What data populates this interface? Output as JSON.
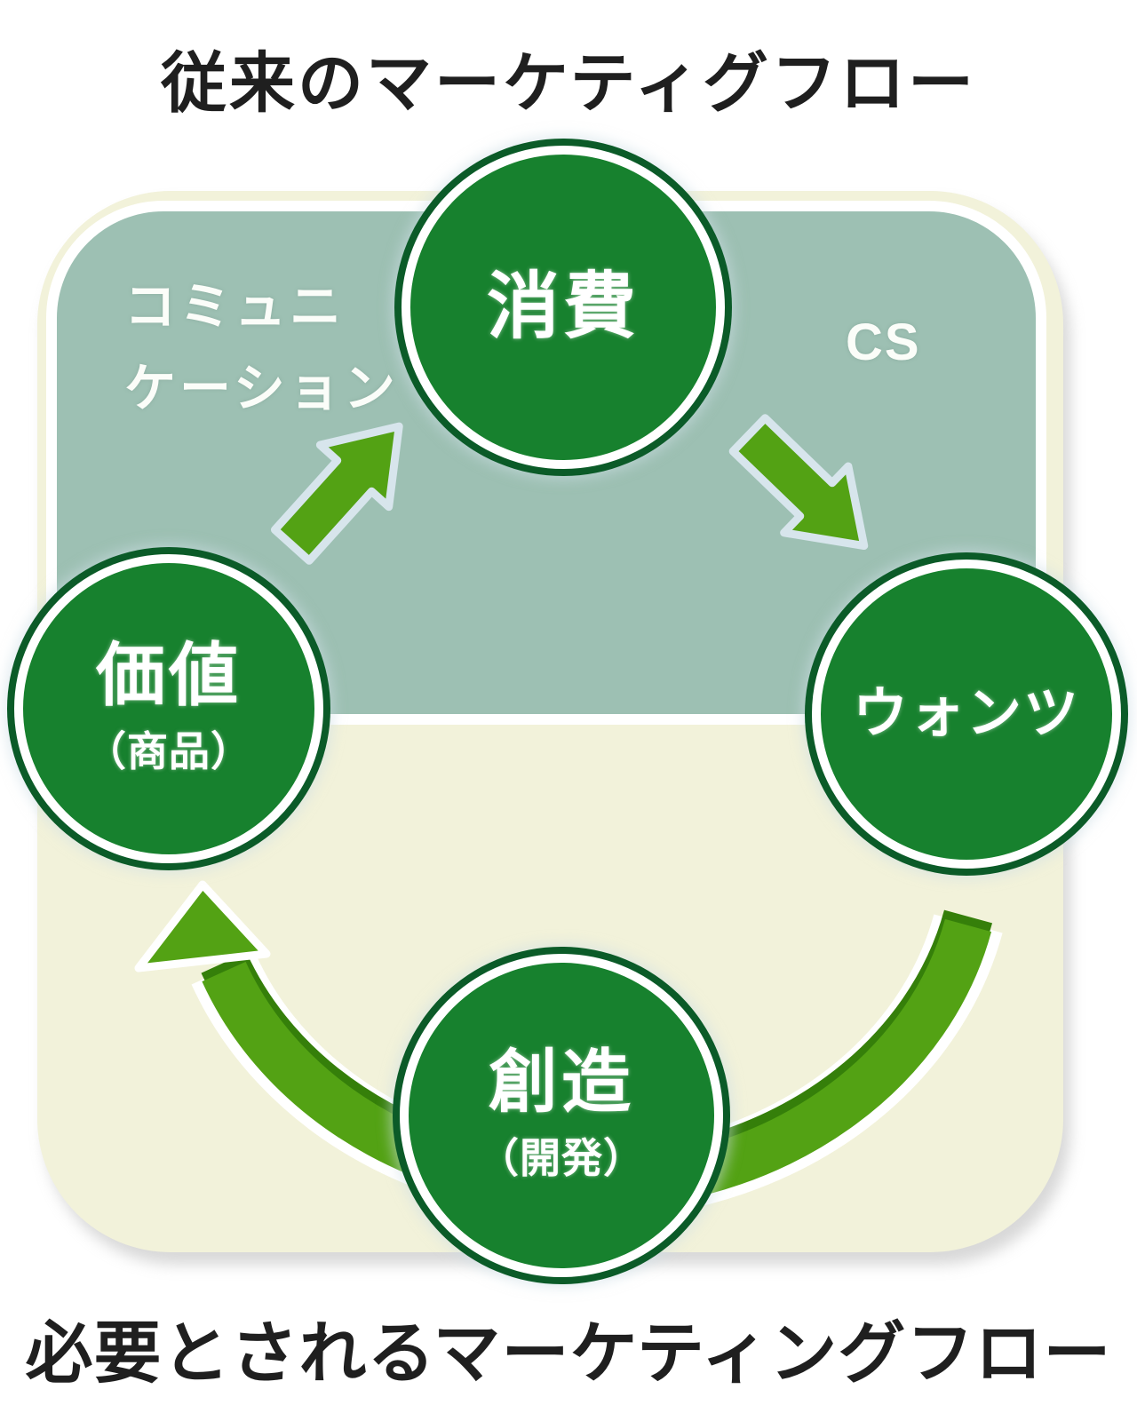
{
  "titles": {
    "top": "従来のマーケティグフロー",
    "bottom": "必要とされるマーケティングフロー"
  },
  "cycle_nodes": {
    "consumption": {
      "label": "消費"
    },
    "wants": {
      "label": "ウォンツ"
    },
    "creation": {
      "label": "創造",
      "sub_label": "（開発）"
    },
    "value": {
      "label": "価値",
      "sub_label": "（商品）"
    }
  },
  "region_labels": {
    "communication_line1": "コミュニ",
    "communication_line2": "ケーション",
    "cs": "CS"
  },
  "colors": {
    "sage_panel": "#9dc0b3",
    "cream_panel": "#f2f2da",
    "node_fill": "#17812e",
    "node_ring": "#0b5b28",
    "arrow_green": "#53a214",
    "arrow_edge": "#357f0a",
    "title_text": "#1f1f1f",
    "label_text": "#fbfdf9"
  }
}
